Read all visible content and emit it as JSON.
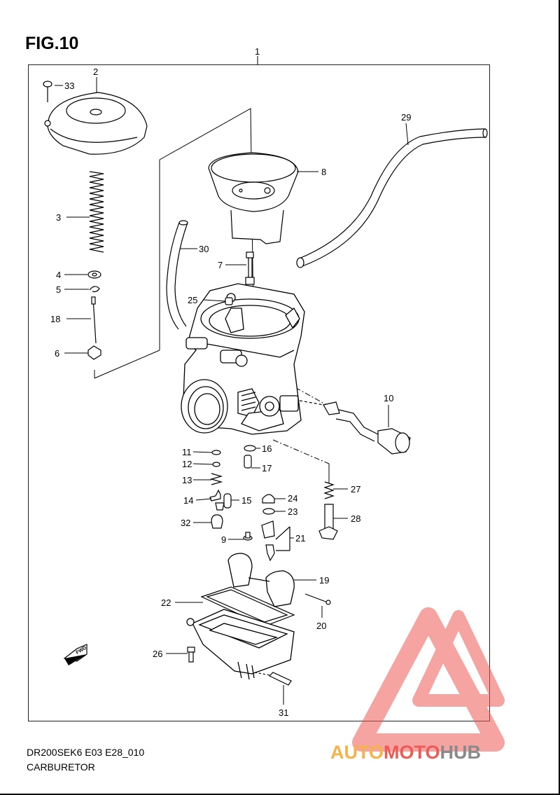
{
  "figure_title": "FIG.10",
  "model_code": "DR200SEK6 E03 E28_010",
  "section_name": "CARBURETOR",
  "callouts": [
    "1",
    "2",
    "3",
    "4",
    "5",
    "6",
    "7",
    "8",
    "9",
    "10",
    "11",
    "12",
    "13",
    "14",
    "15",
    "16",
    "17",
    "18",
    "19",
    "20",
    "21",
    "22",
    "23",
    "24",
    "25",
    "26",
    "27",
    "28",
    "29",
    "30",
    "31",
    "32",
    "33"
  ],
  "direction_marker": "FWD",
  "watermark": {
    "part1": "AUTO",
    "part2": "MOTO",
    "part3": "HUB",
    "color_orange": "#f5b347",
    "color_red": "#ee5a56",
    "color_gray": "#8a8a8a"
  }
}
